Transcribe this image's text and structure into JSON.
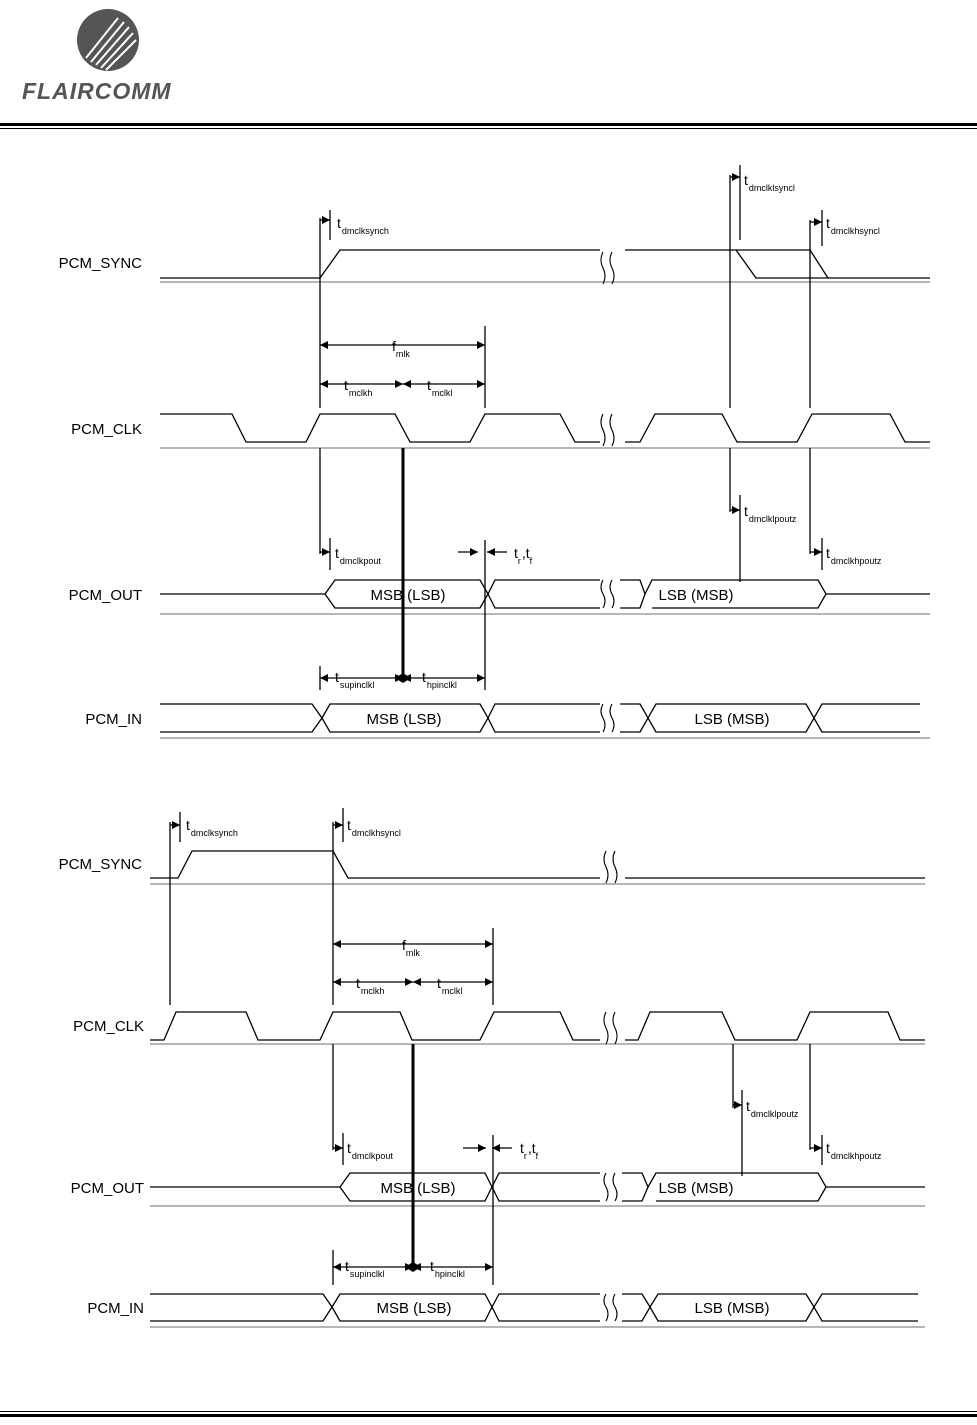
{
  "header": {
    "brand": "FLAIRCOMM"
  },
  "signals": {
    "sync": "PCM_SYNC",
    "clk": "PCM_CLK",
    "out": "PCM_OUT",
    "in": "PCM_IN"
  },
  "cells": {
    "msb_lsb": "MSB (LSB)",
    "lsb_msb": "LSB (MSB)"
  },
  "timing": {
    "t": "t",
    "f": "f",
    "dmclksynch": "dmclksynch",
    "dmclklsyncl": "dmclklsyncl",
    "dmclkhsyncl": "dmclkhsyncl",
    "dmclksynch_b": "dmclksynch",
    "dmclkhsyncl_b": "dmclkhsyncl",
    "mlk": "mlk",
    "mclkh": "mclkh",
    "mclkl": "mclkl",
    "dmclklpoutz": "dmclklpoutz",
    "dmclkpout": "dmclkpout",
    "dmclkhpoutz": "dmclkhpoutz",
    "tr_tf": {
      "t1": "t",
      "r": "r",
      "comma": ",",
      "t2": "t",
      "f": "f"
    },
    "supinclkl": "supinclkl",
    "hpinclkl": "hpinclkl"
  }
}
